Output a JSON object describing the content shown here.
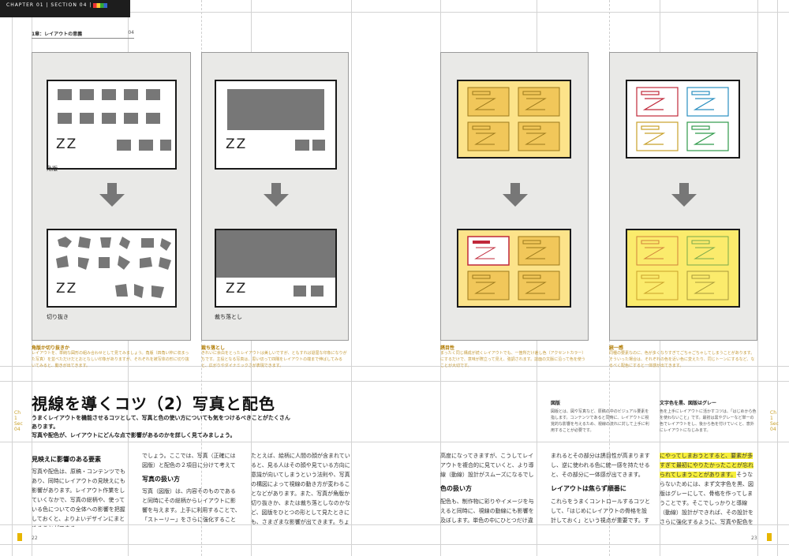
{
  "header": {
    "running_head": "CHAPTER 01 | SECTION 04 |"
  },
  "chapter": {
    "label": "1章：レイアウトの意義",
    "number": "04"
  },
  "panels": [
    {
      "top_label": "角版",
      "bottom_label": "切り抜き",
      "caption_title": "角版か切り抜きか",
      "caption_body": "レイアウトを、単純な図形の組み合わせとして見てみましょう。角版（四角い枠に収まった写真）を並べただけだとおとなしい印象がありますが、それぞれを被写体の形に切り抜いてみると、動きが出てきます。"
    },
    {
      "top_label": "",
      "bottom_label": "裁ち落とし",
      "caption_title": "裁ち落とし",
      "caption_body": "きれいに余白をとったレイアウトは美しいですが、ともすれば退屈な印象になりがちです。主役となる写真は、思い切って四隅をレイアウトの端まで伸ばしてみると、広がりやダイナミックさが表現できます。"
    },
    {
      "top_label": "",
      "bottom_label": "",
      "caption_title": "誘目性",
      "caption_body": "まったく同じ構成が続くレイアウトでも、一箇所だけ差し色（アクセントカラー）にするだけで、意味が際立って見え、強調されます。誌面の文脈に沿って色を使うことが大切です。"
    },
    {
      "top_label": "",
      "bottom_label": "",
      "caption_title": "統一感",
      "caption_body": "同種の要素なのに、色が多くなりすぎてごちゃごちゃしてしまうことがあります。そういった場合は、それぞれの色を近い色に変えたり、同じトーンにするなど、なるべく配色にすると一体感が出てきます。"
    }
  ],
  "article": {
    "title": "視線を導くコツ（2）写真と配色",
    "lead_1": "うまくレイアウトを機能させるコツとして、写真と色の使い方についても気をつけるべきことがたくさんあります。",
    "lead_2": "写真や配色が、レイアウトにどんな点で影響があるのかを詳しく見てみましょう。",
    "col1_heading": "見映えに影響のある要素",
    "col1_body": "写真や配色は、原稿・コンテンツでもあり、同時にレイアウトの見映えにも影響があります。レイアウト作業をしていくなかで、写真の総柄や、使っている色についての全体への影響を把握しておくと、よりよいデザインにまとめることができる",
    "col2_intro": "でしょう。ここでは、写真（正確には図版）と配色の２項目に分けて考えてみます。",
    "col2_heading": "写真の扱い方",
    "col2_body": "写真（図版）は、内容そのものであると同時にその総柄からレイアウトに影響を与えます。上手に利用することで、「ストーリー」をさらに強化することができます。",
    "col3_body": "たとえば、絵柄に人間の顔が含まれていると、見る人はその顔や見ている方向に意識が向いてしまうという法則や、写真の構図によって視線の動き方が変わることなどがあります。また、写真が角版か切り抜きか、または裁ち落としなのかなど、図版をひとつの形として見たときにも、さまざまな影響が出てきます。ちょっと",
    "col4_intro": "高度になってきますが、こうしてレイアウトを複合的に見ていくと、より導線（動線）設計がスムーズになるでしょう。",
    "col4_heading": "色の扱い方",
    "col4_body": "配色も、制作物に彩りやイメージを与えると同時に、視線の動線にも影響を及ぼします。単色の中にひとつだけ違う色が含",
    "col5_intro": "まれるとその部分は誘目性が高まりますし、逆に使われる色に統一感を持たせると、その部分に一体感が出てきます。",
    "col5_heading": "レイアウトは焦らず順番に",
    "col5_body": "これらをうまくコントロールするコツとして、「はじめにレイアウトの骨格を設計しておく」という視点が重要です。すべてを一度",
    "col6_body_hl": "にやってしまおうとすると、要素が多すぎて最初にやりたかったことが忘れられてしまうことがあります。",
    "col6_body": "そうならないためには、まず文字色を黒、図版はグレーにして、骨格を作ってしまうことです。そこでしっかりと導線（動線）設計ができれば、その設計をさらに強化するように、写真や配色を効果的に利用できるでしょう。"
  },
  "side_notes": [
    {
      "title": "図版",
      "body": "図版とは、図や写真など、原稿の中のビジュアル要素を指します。コンテンツであると同時に、レイアウトに視覚的な影響を与えるため、視線の流れに対して上手に利用することが必要です。"
    },
    {
      "title": "文字色を黒、図版はグレー",
      "body": "色を上手にレイアウトに活かすコツは、「はじめから色を使わないこと」です。最初は黒やグレーなど単一の色でレイアウトをし、後から色を付けていくと、意外にレイアウトになじみます。"
    }
  ],
  "margin_marks": {
    "left": "Ch\n1\nSec\n04",
    "right": "Ch\n1\nSec\n04"
  },
  "page_numbers": {
    "left": "22",
    "right": "23"
  },
  "colors": {
    "accent": "#e7b600",
    "caption": "#b07a00",
    "highlight": "#f6ee3c",
    "panel_bg": "#e9e9e7"
  }
}
